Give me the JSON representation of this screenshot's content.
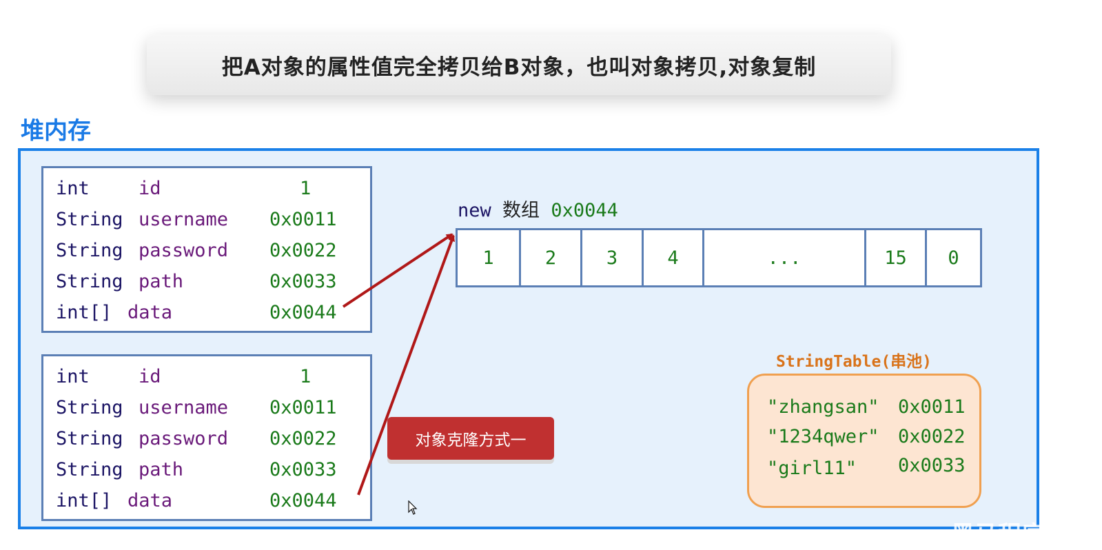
{
  "title": "把A对象的属性值完全拷贝给B对象，也叫对象拷贝,对象复制",
  "heap_label": "堆内存",
  "object_a": {
    "fields": [
      {
        "type": "int",
        "name": "id",
        "value": "1"
      },
      {
        "type": "String",
        "name": "username",
        "value": "0x0011"
      },
      {
        "type": "String",
        "name": "password",
        "value": "0x0022"
      },
      {
        "type": "String",
        "name": "path",
        "value": "0x0033"
      },
      {
        "type": "int[]",
        "name": "data",
        "value": "0x0044"
      }
    ]
  },
  "object_b": {
    "fields": [
      {
        "type": "int",
        "name": "id",
        "value": "1"
      },
      {
        "type": "String",
        "name": "username",
        "value": "0x0011"
      },
      {
        "type": "String",
        "name": "password",
        "value": "0x0022"
      },
      {
        "type": "String",
        "name": "path",
        "value": "0x0033"
      },
      {
        "type": "int[]",
        "name": "data",
        "value": "0x0044"
      }
    ]
  },
  "array": {
    "keyword": "new",
    "label": "数组",
    "address": "0x0044",
    "cells": [
      "1",
      "2",
      "3",
      "4",
      "...",
      "15",
      "0"
    ]
  },
  "string_table": {
    "title": "StringTable(串池)",
    "entries": [
      {
        "string": "\"zhangsan\"",
        "address": "0x0011"
      },
      {
        "string": "\"1234qwer\"",
        "address": "0x0022"
      },
      {
        "string": "\"girl11\"",
        "address": "0x0033"
      }
    ]
  },
  "clone_button": "对象克隆方式一",
  "watermark": "黑马程序",
  "colors": {
    "heap_border": "#1a80e8",
    "heap_fill": "#e6f1fc",
    "arrow": "#b01818",
    "button": "#c03030",
    "string_table_border": "#f0a050",
    "string_table_fill": "#fde5d2",
    "value_green": "#1a7a1a",
    "type_navy": "#1b1464",
    "name_purple": "#6a1a7a"
  }
}
